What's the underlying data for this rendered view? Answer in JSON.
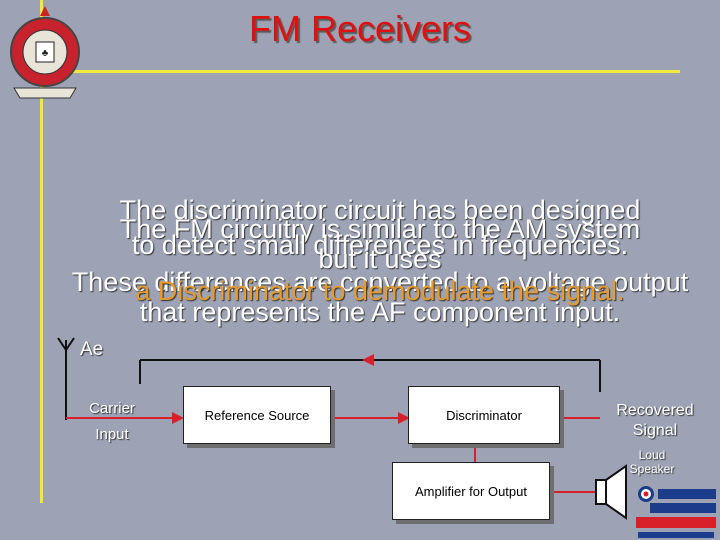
{
  "header": {
    "title": "FM Receivers"
  },
  "text_lines": {
    "overlap_line1": "The discriminator circuit has been designed",
    "overlap_line1b": "The FM circuitry is similar to the AM system",
    "overlap_line2": "to detect small differences in frequencies.",
    "overlap_line2b": "but it uses",
    "overlap_line3": "These differences are converted to a voltage output",
    "overlap_line3b": "a Discriminator to demodulate the signal.",
    "line4": "that represents the AF component input."
  },
  "diagram": {
    "antenna_label": "Ae",
    "carrier_label_1": "Carrier",
    "carrier_label_2": "Input",
    "reference_source": "Reference Source",
    "discriminator": "Discriminator",
    "amplifier": "Amplifier for Output",
    "recovered_1": "Recovered",
    "recovered_2": "Signal",
    "speaker_1": "Loud",
    "speaker_2": "Speaker"
  },
  "colors": {
    "background": "#9da3b4",
    "accent": "#f2ea3a",
    "title": "#e01010",
    "wire": "#d8202a"
  },
  "icons": {
    "badge": "squadron-crest-icon",
    "logo": "raf-air-cadets-logo"
  }
}
